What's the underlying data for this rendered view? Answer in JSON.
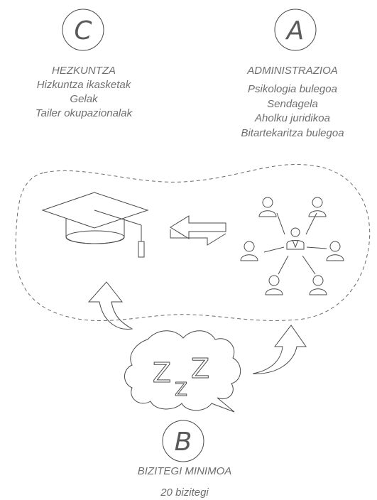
{
  "sections": {
    "c": {
      "letter": "C",
      "title": "HEZKUNTZA",
      "items": [
        "Hizkuntza ikasketak",
        "Gelak",
        "Tailer okupazionalak"
      ]
    },
    "a": {
      "letter": "A",
      "title": "ADMINISTRAZIOA",
      "items": [
        "Psikologia bulegoa",
        "Sendagela",
        "Aholku juridikoa",
        "Bitartekaritza bulegoa"
      ]
    },
    "b": {
      "letter": "B",
      "title": "BIZITEGI MINIMOA",
      "items": [
        "20 bizitegi"
      ]
    }
  },
  "sleep_symbol": [
    "Z",
    "Z",
    "Z"
  ],
  "icons": {
    "education": "graduation-cap-icon",
    "administration": "people-network-icon",
    "exchange": "exchange-arrows-icon",
    "sleep": "sleep-cloud-icon"
  },
  "colors": {
    "line": "#4a4a4a",
    "text": "#6e6e6e"
  }
}
